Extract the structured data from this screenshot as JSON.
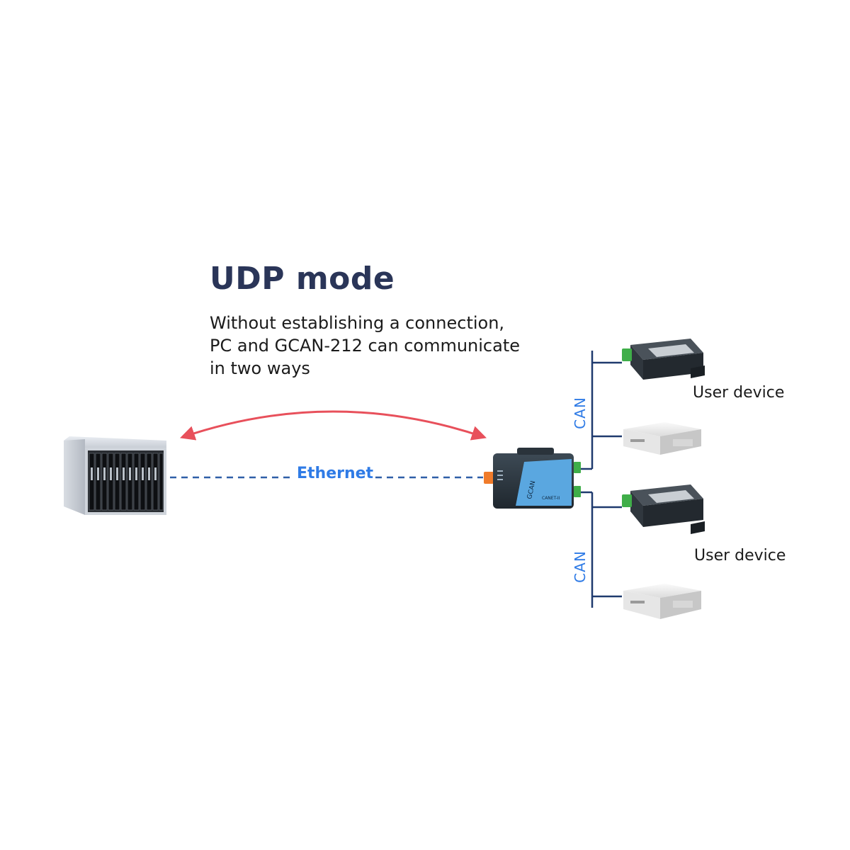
{
  "title": "UDP mode",
  "description_lines": [
    "Without establishing a connection,",
    "PC and GCAN-212 can communicate",
    "in two ways"
  ],
  "links": {
    "ethernet_label": "Ethernet",
    "can_label_top": "CAN",
    "can_label_bottom": "CAN"
  },
  "user_devices": {
    "label_top": "User device",
    "label_bottom": "User device"
  },
  "gateway": {
    "brand": "GCAN",
    "model": "CANET-II"
  },
  "colors": {
    "title": "#2a3558",
    "link_blue": "#2f7be6",
    "arrow_red": "#e8505b",
    "bus_navy": "#1f3a6e"
  },
  "icons": {
    "server": "server-rack-icon",
    "gateway": "can-gateway-icon",
    "can_module": "can-module-icon",
    "white_box": "user-device-box-icon"
  }
}
